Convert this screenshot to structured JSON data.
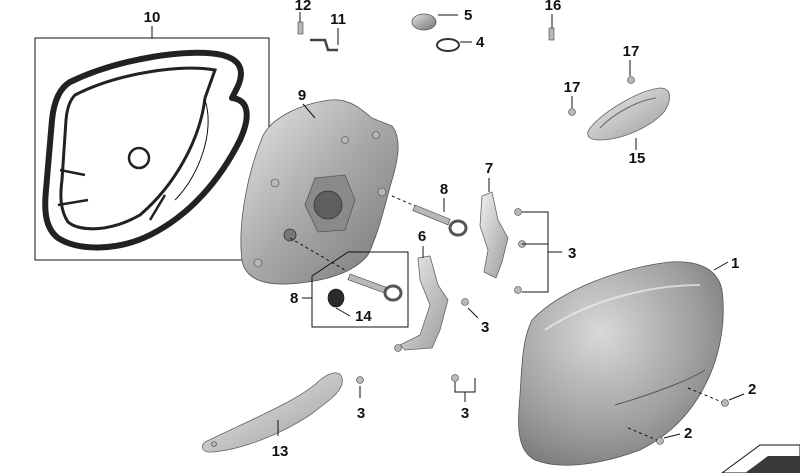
{
  "callouts": [
    "1",
    "2",
    "2",
    "3",
    "3",
    "3",
    "3",
    "4",
    "5",
    "6",
    "7",
    "8",
    "8",
    "9",
    "10",
    "11",
    "12",
    "13",
    "14",
    "15",
    "16",
    "17",
    "17"
  ]
}
